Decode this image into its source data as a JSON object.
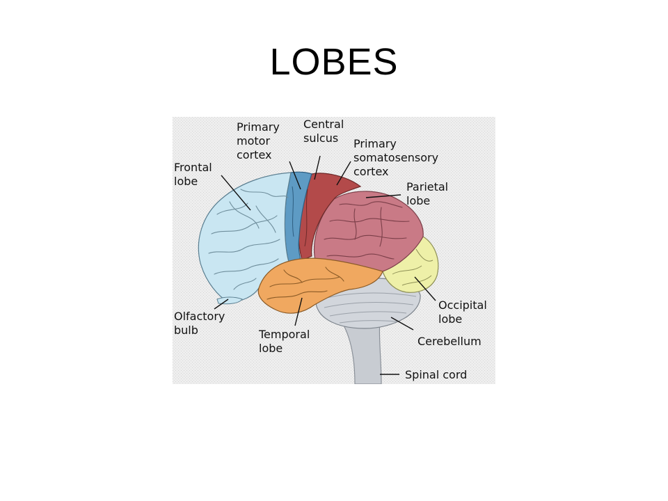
{
  "title": "LOBES",
  "diagram": {
    "labels": {
      "primary_motor": [
        "Primary",
        "motor",
        "cortex"
      ],
      "central_sulcus": [
        "Central",
        "sulcus"
      ],
      "primary_somatosensory": [
        "Primary",
        "somatosensory",
        "cortex"
      ],
      "frontal": [
        "Frontal",
        "lobe"
      ],
      "parietal": [
        "Parietal",
        "lobe"
      ],
      "occipital": [
        "Occipital",
        "lobe"
      ],
      "olfactory": [
        "Olfactory",
        "bulb"
      ],
      "temporal": [
        "Temporal",
        "lobe"
      ],
      "cerebellum": [
        "Cerebellum"
      ],
      "spinal_cord": [
        "Spinal cord"
      ]
    },
    "colors": {
      "frontal": "#c9e6f2",
      "motor": "#5e9bc4",
      "somatosensory": "#b34a4a",
      "parietal": "#c97a86",
      "occipital": "#eef0a8",
      "temporal": "#f0a860",
      "cerebellum": "#d2d6dc",
      "brainstem": "#c8ccd2",
      "background": "#e9e9e9"
    }
  }
}
